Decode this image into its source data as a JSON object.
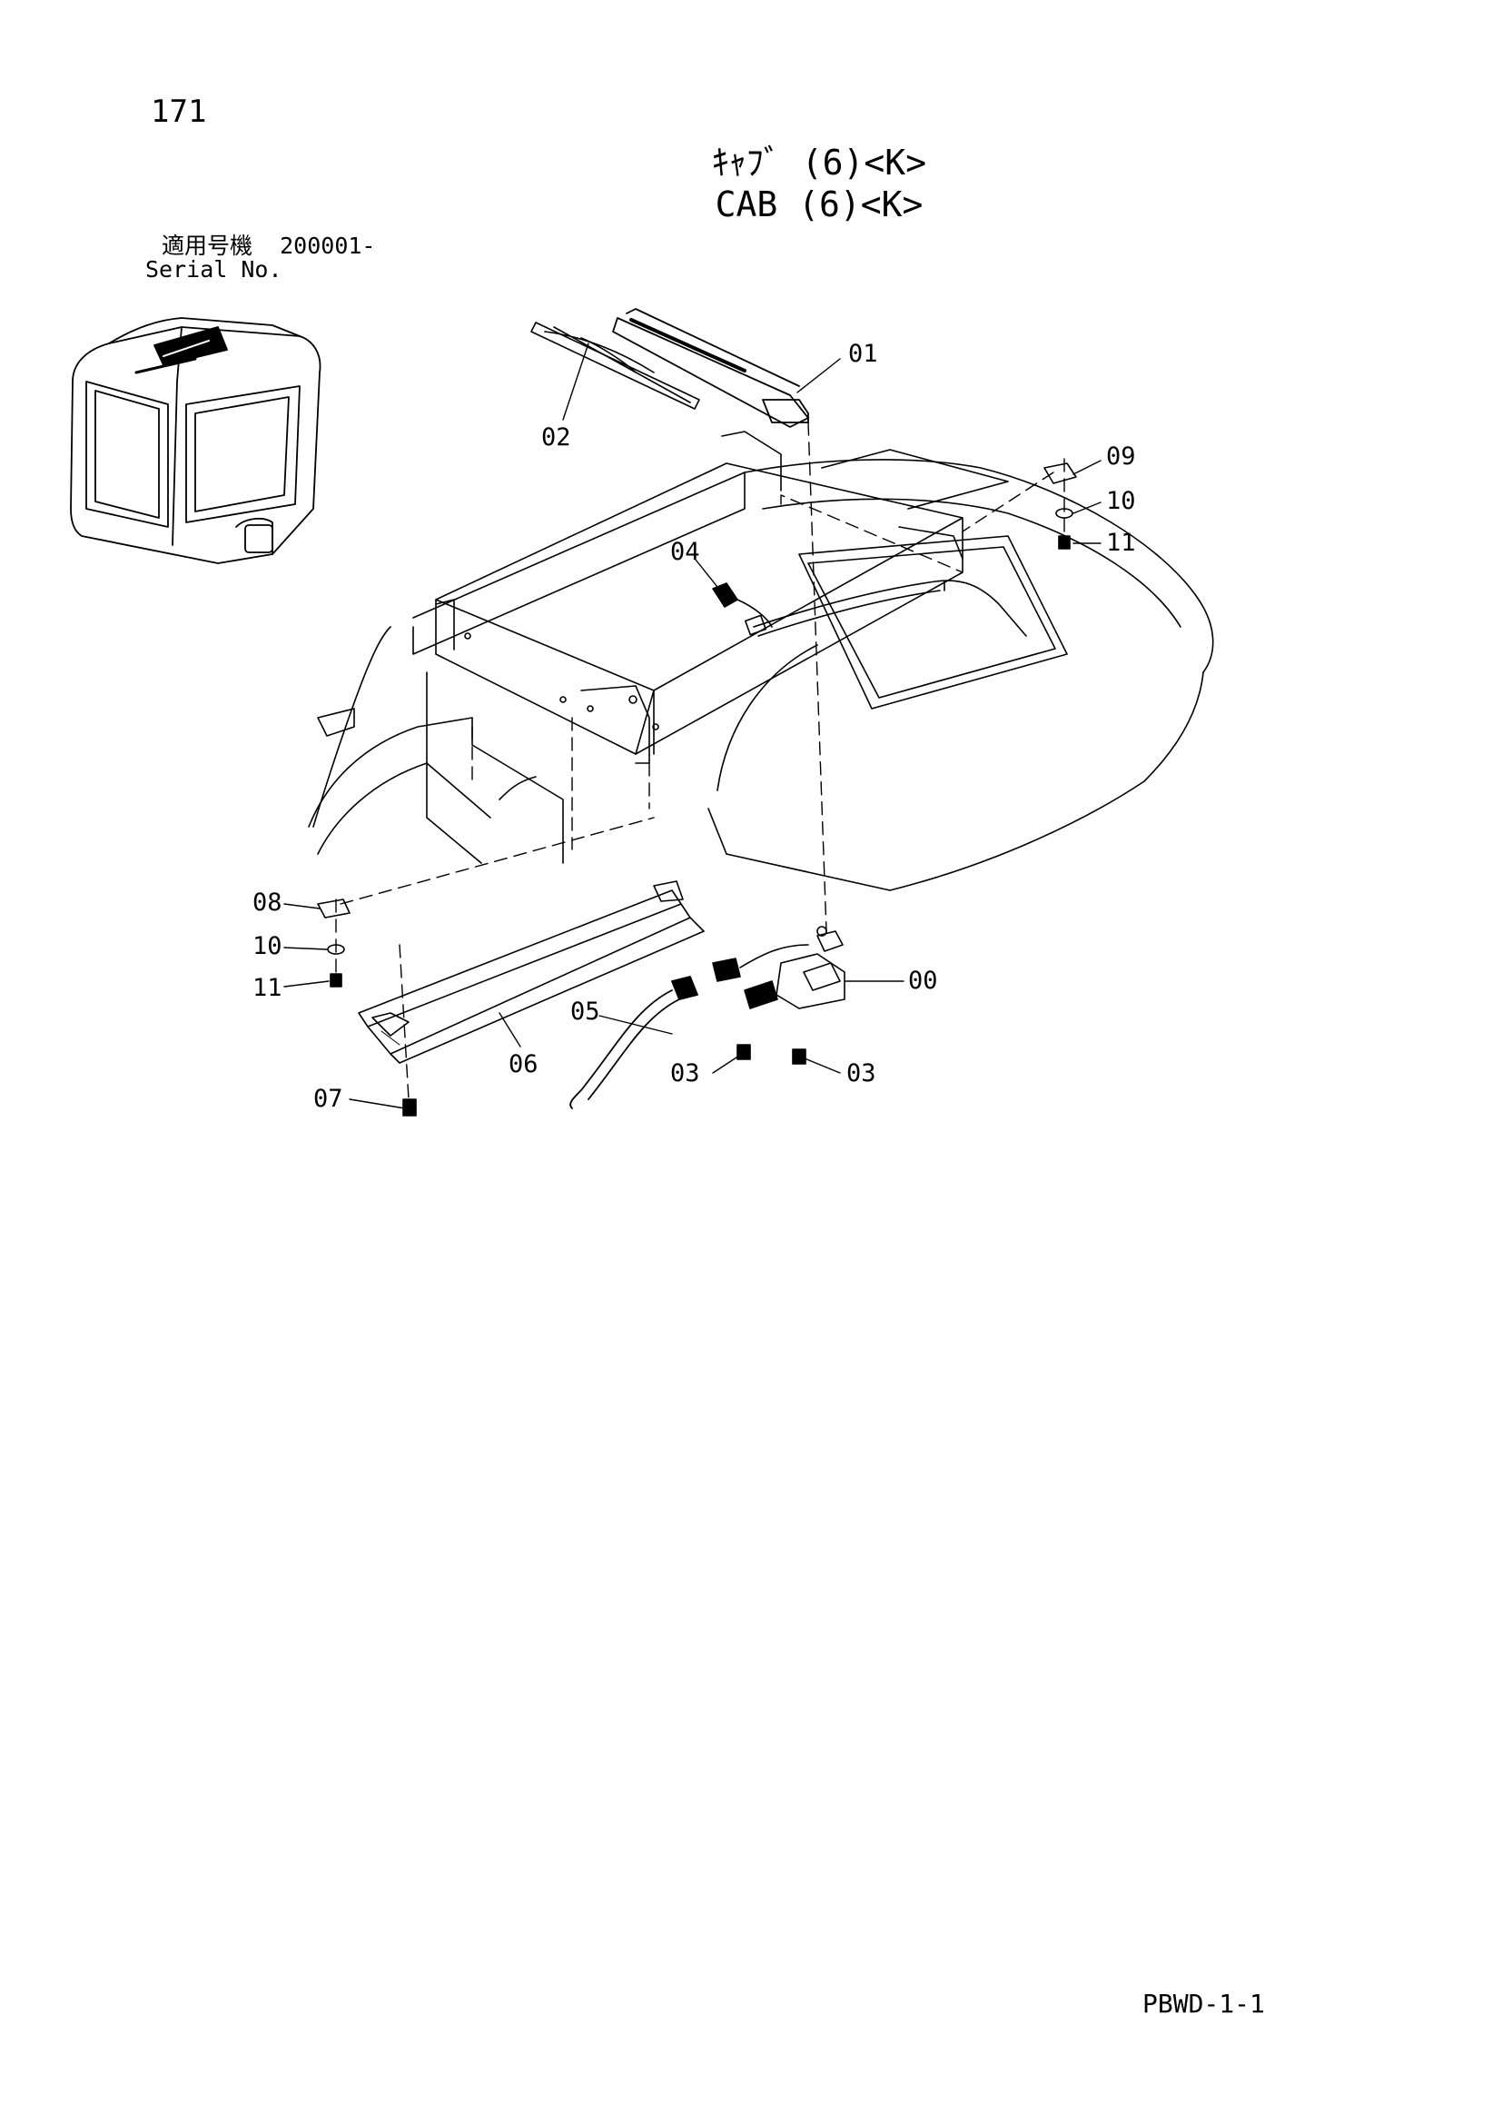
{
  "header": {
    "page_number": "171",
    "title_jp": "ｷｬﾌﾞ (6)<K>",
    "title_en": "CAB (6)<K>",
    "serial_label_jp": "適用号機",
    "serial_value": "200001-",
    "serial_label_en": "Serial No."
  },
  "diagram": {
    "callouts": [
      {
        "id": "00",
        "label": "00"
      },
      {
        "id": "01",
        "label": "01"
      },
      {
        "id": "02",
        "label": "02"
      },
      {
        "id": "03a",
        "label": "03"
      },
      {
        "id": "03b",
        "label": "03"
      },
      {
        "id": "04",
        "label": "04"
      },
      {
        "id": "05",
        "label": "05"
      },
      {
        "id": "06",
        "label": "06"
      },
      {
        "id": "07",
        "label": "07"
      },
      {
        "id": "08",
        "label": "08"
      },
      {
        "id": "09",
        "label": "09"
      },
      {
        "id": "10a",
        "label": "10"
      },
      {
        "id": "10b",
        "label": "10"
      },
      {
        "id": "11a",
        "label": "11"
      },
      {
        "id": "11b",
        "label": "11"
      }
    ]
  },
  "footer": {
    "code": "PBWD-1-1"
  }
}
